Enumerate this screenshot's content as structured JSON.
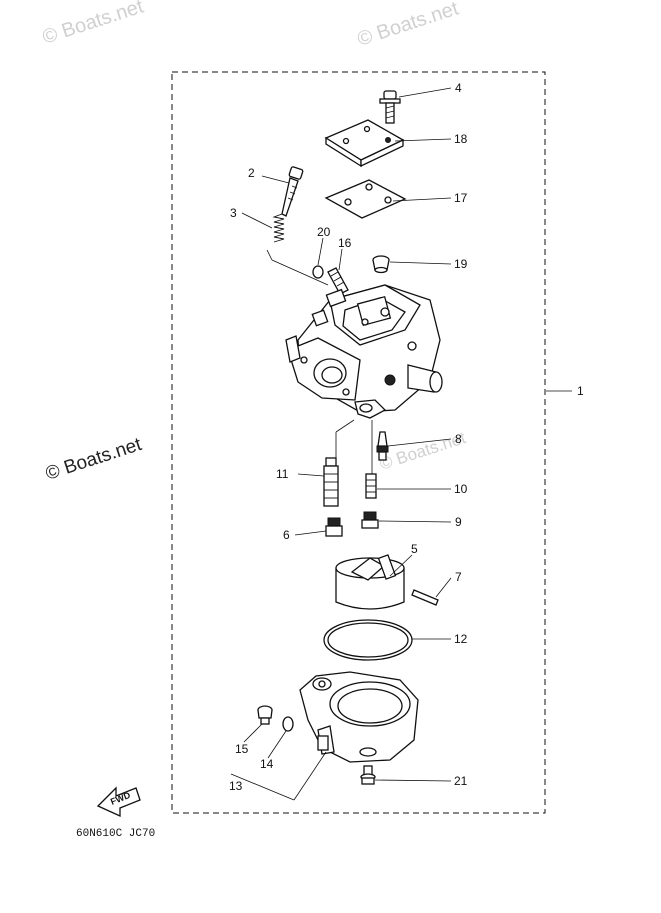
{
  "watermarks": {
    "top_left": "© Boats.net",
    "top_right": "© Boats.net",
    "side": "© Boats.net",
    "center": "© Boats.net"
  },
  "callouts": {
    "c1": "1",
    "c2": "2",
    "c3": "3",
    "c4": "4",
    "c5": "5",
    "c6": "6",
    "c7": "7",
    "c8": "8",
    "c9": "9",
    "c10": "10",
    "c11": "11",
    "c12": "12",
    "c13": "13",
    "c14": "14",
    "c15": "15",
    "c16": "16",
    "c17": "17",
    "c18": "18",
    "c19": "19",
    "c20": "20",
    "c21": "21"
  },
  "fwd_label": "FWD",
  "drawing_code": "60N610C JC70"
}
